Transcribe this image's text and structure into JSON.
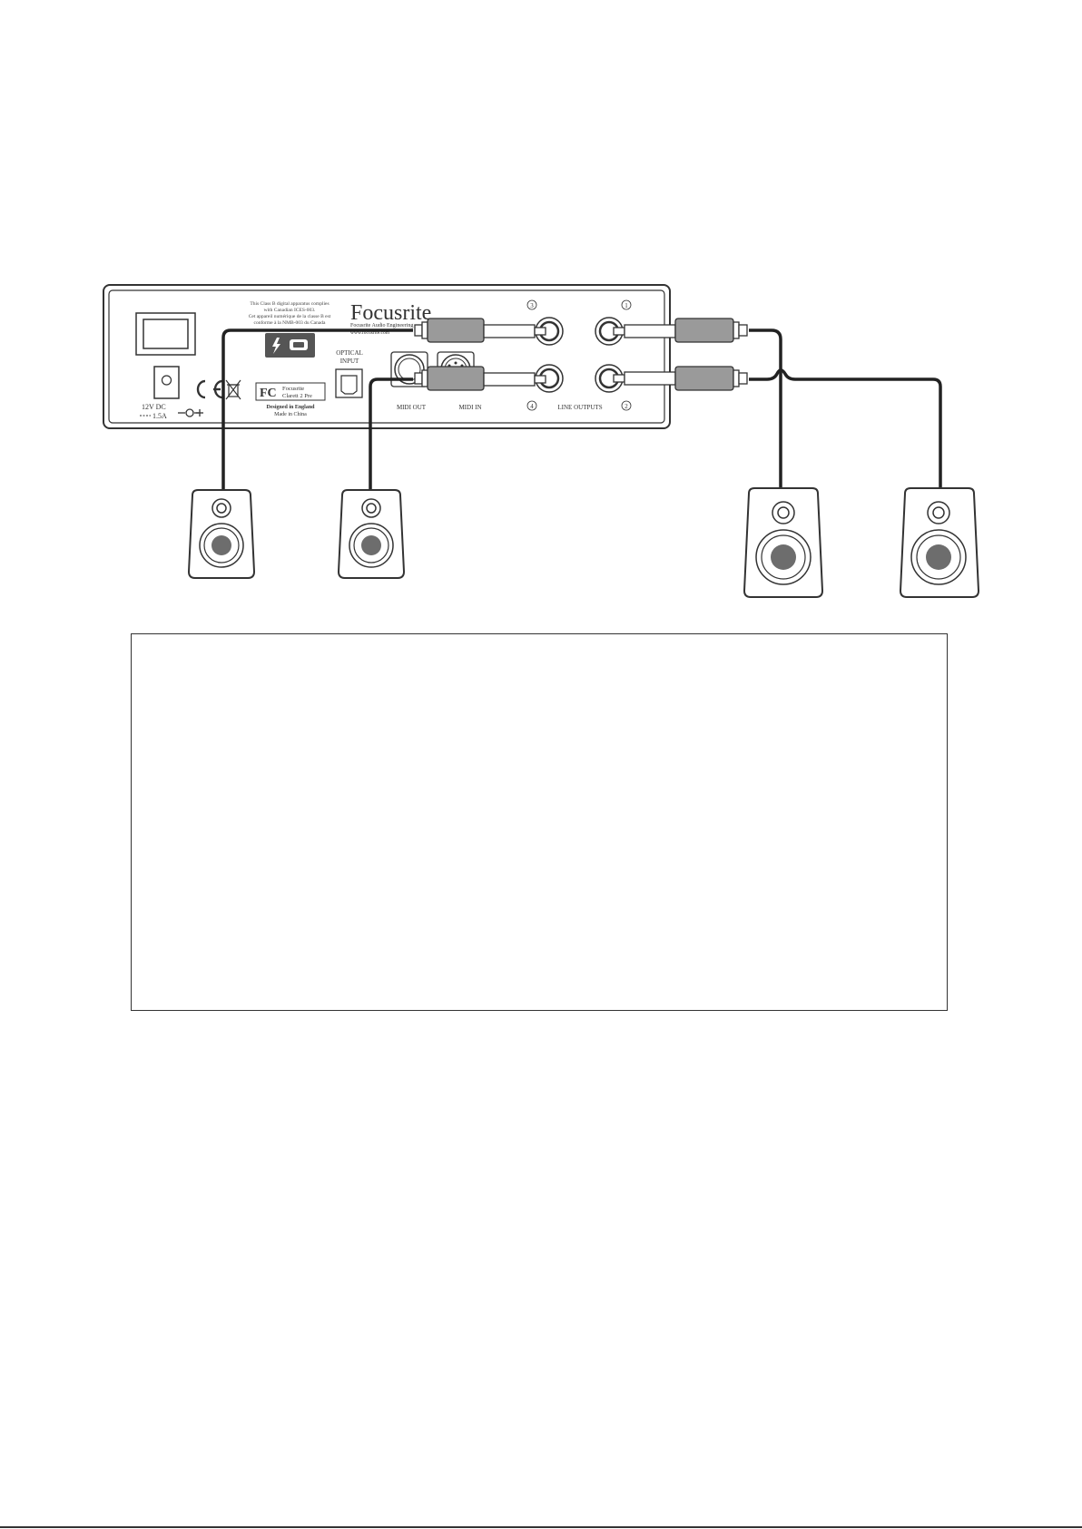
{
  "device": {
    "brand": "Focusrite",
    "brand_sub": "Focusrite Audio Engineering",
    "website": "www.focusrite.com",
    "compliance": [
      "This Class B digital apparatus complies",
      "with Canadian ICES-003.",
      "Cet appareil numérique de la classe B est",
      "conforme à la NMB-003 du Canada"
    ],
    "optical_input": [
      "OPTICAL",
      "INPUT"
    ],
    "power": [
      "12V DC",
      "1.5A"
    ],
    "fcc_model": [
      "Focusrite",
      "Clarett 2 Pre"
    ],
    "origin": [
      "Designed in England",
      "Made in China"
    ],
    "midi_out": "MIDI OUT",
    "midi_in": "MIDI IN",
    "line_outputs": "LINE OUTPUTS",
    "output_numbers": {
      "o1": "1",
      "o2": "2",
      "o3": "3",
      "o4": "4"
    }
  },
  "colors": {
    "stroke": "#333333",
    "plug_fill": "#9a9a9a",
    "woofer": "#6d6d6d",
    "badge": "#555555"
  },
  "icons": {
    "thunderbolt": "lightning-bolt-icon",
    "ce": "ce-mark-icon",
    "weee": "crossed-bin-icon"
  }
}
